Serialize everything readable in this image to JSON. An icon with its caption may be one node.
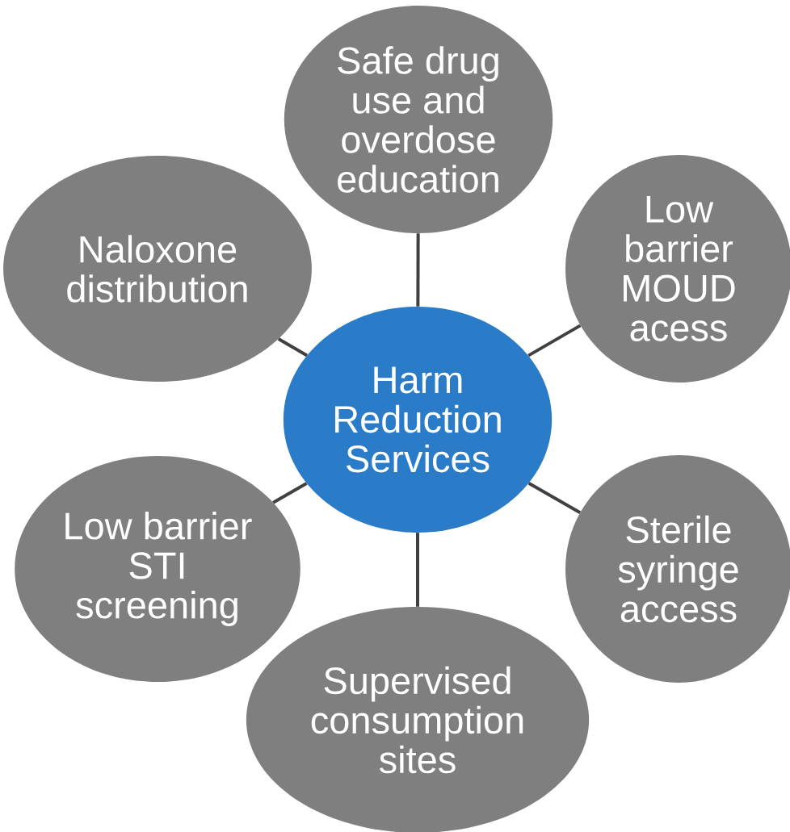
{
  "diagram": {
    "nodes": [
      {
        "text": [
          "Harm Reduction Services"
        ]
      },
      {
        "text": [
          "Safe drug use and overdose education"
        ]
      },
      {
        "text": [
          "Low barrier MOUD acess"
        ]
      },
      {
        "text": [
          "Sterile syringe access"
        ]
      },
      {
        "text": [
          "Supervised consumption sites"
        ]
      },
      {
        "text": [
          "Low barrier STI screening"
        ]
      },
      {
        "text": [
          "Naloxone distribution"
        ]
      }
    ],
    "edges": [
      {
        "from": 0,
        "to": 1,
        "arrow": "none"
      },
      {
        "from": 0,
        "to": 2,
        "arrow": "none"
      },
      {
        "from": 0,
        "to": 3,
        "arrow": "none"
      },
      {
        "from": 0,
        "to": 4,
        "arrow": "none"
      },
      {
        "from": 0,
        "to": 5,
        "arrow": "none"
      },
      {
        "from": 0,
        "to": 6,
        "arrow": "none"
      }
    ]
  }
}
